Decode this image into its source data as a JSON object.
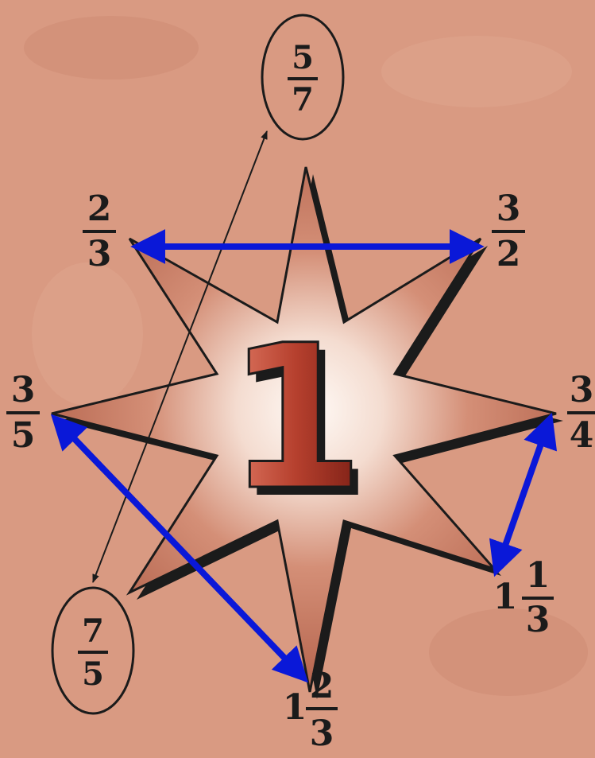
{
  "center_number": "1",
  "fractions": {
    "top_left": {
      "num": "2",
      "den": "3"
    },
    "top_right": {
      "num": "3",
      "den": "2"
    },
    "left": {
      "num": "3",
      "den": "5"
    },
    "right": {
      "num": "3",
      "den": "4"
    },
    "bottom_right": {
      "whole": "1",
      "num": "1",
      "den": "3"
    },
    "bottom": {
      "whole": "1",
      "num": "2",
      "den": "3"
    },
    "oval_top": {
      "num": "5",
      "den": "7"
    },
    "oval_bottom": {
      "num": "7",
      "den": "5"
    }
  },
  "colors": {
    "background": "#d99a82",
    "star_fill": "#c4705a",
    "star_center": "#fff6f0",
    "digit_red": "#b03a2a",
    "pair_arrow": "#0a18d8",
    "thin_arrow": "#1b1b1b"
  }
}
